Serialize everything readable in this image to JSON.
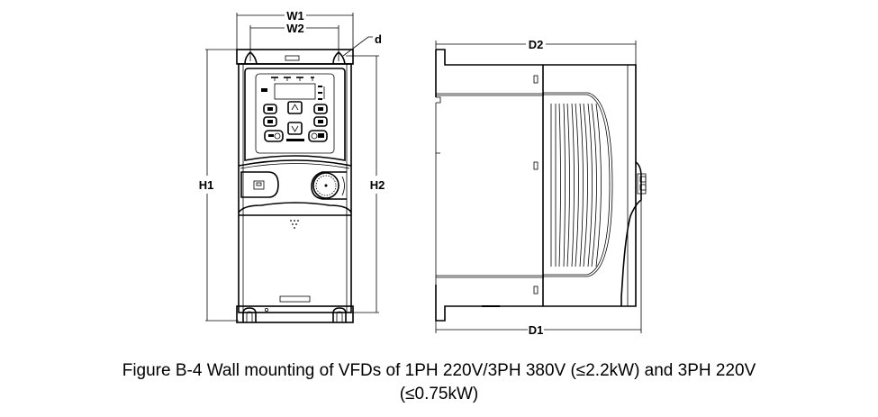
{
  "figure": {
    "caption_line1": "Figure B-4 Wall mounting of VFDs of 1PH 220V/3PH 380V (≤2.2kW) and 3PH 220V",
    "caption_line2": "(≤0.75kW)"
  },
  "front_view": {
    "dimensions": {
      "w1": "W1",
      "w2": "W2",
      "h1": "H1",
      "h2": "H2",
      "d": "d"
    }
  },
  "side_view": {
    "dimensions": {
      "d1": "D1",
      "d2": "D2"
    }
  }
}
